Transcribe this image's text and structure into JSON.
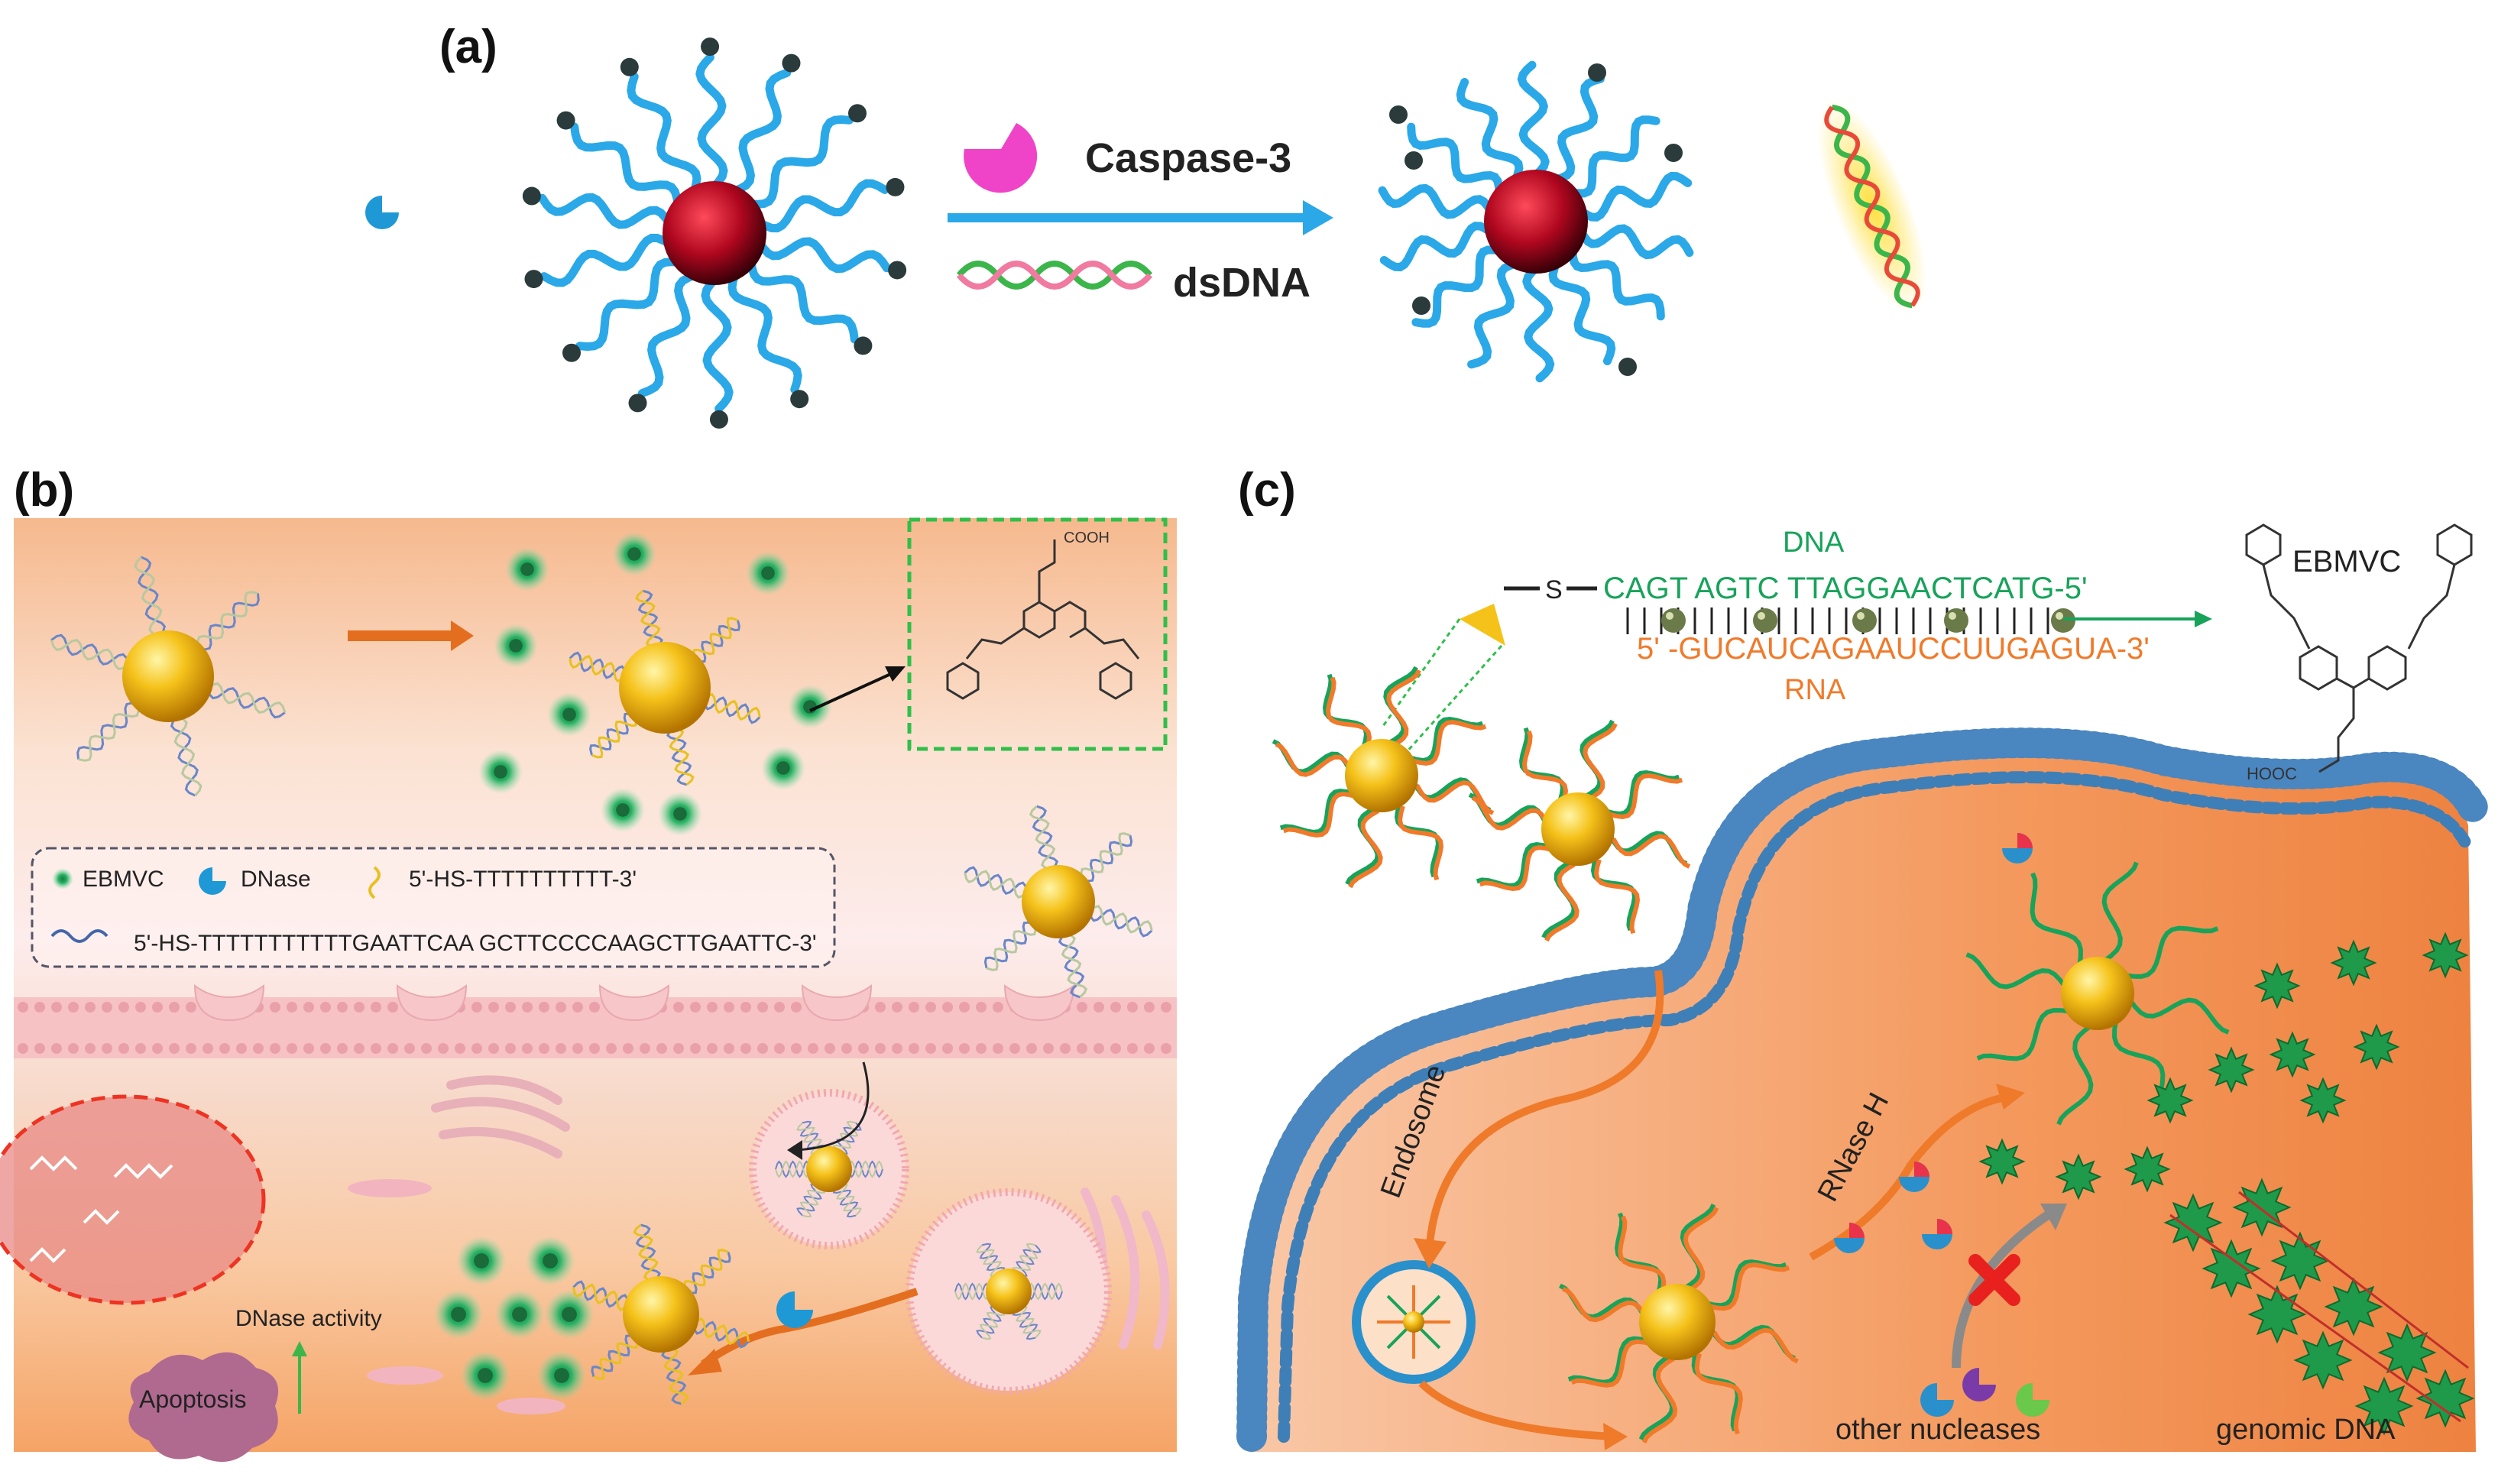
{
  "panel_a": {
    "label": "(a)",
    "enzyme_label": "Caspase-3",
    "dna_label": "dsDNA",
    "colors": {
      "core": "#b0071f",
      "strand": "#2aa8e8",
      "enzyme": "#f044c8",
      "arrow": "#2aa8e8"
    }
  },
  "panel_b": {
    "label": "(b)",
    "legend": {
      "ebmvc": "EBMVC",
      "dnase": "DNase",
      "seq_short": "5'-HS-TTTTTTTTTT-3'",
      "seq_long": "5'-HS-TTTTTTTTTTTGAATTCAA GCTTCCCCAAGCTTGAATTC-3'"
    },
    "chem_cooh": "COOH",
    "dnase_activity": "DNase activity",
    "apoptosis": "Apoptosis",
    "colors": {
      "bg_top": "#f7c9a9",
      "membrane": "#f2b8bc",
      "bg_bottom": "#f7b07a",
      "dye": "#1fa35a",
      "dnase": "#1f98d6"
    }
  },
  "panel_c": {
    "label": "(c)",
    "dna_title": "DNA",
    "dna_seq": "CAGT AGTC TTAGGAACTCATG-5'",
    "rna_seq": "5' -GUCAUCAGAAUCCUUGAGUA-3'",
    "rna_title": "RNA",
    "thiol": "S",
    "ebmvc": "EBMVC",
    "hooc": "HOOC",
    "endosome": "Endosome",
    "rnase_h": "RNase H",
    "other_nucleases": "other nucleases",
    "genomic_dna": "genomic DNA",
    "colors": {
      "dna": "#17a35a",
      "rna": "#f07a2a",
      "cell": "#f29a5c",
      "lipid": "#3f7fb8",
      "cross": "#e8211e"
    }
  }
}
